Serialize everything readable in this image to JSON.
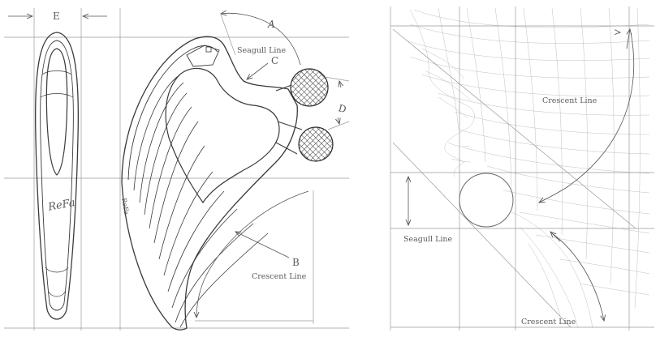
{
  "left_diagram": {
    "dimension_labels": {
      "e": "E",
      "a": "A",
      "b": "B",
      "c": "C",
      "d": "D"
    },
    "callouts": {
      "seagull_line": "Seagull Line",
      "crescent_line": "Crescent Line"
    },
    "logo_text": "ReFa"
  },
  "right_diagram": {
    "labels": {
      "crescent_line_upper": "Crescent Line",
      "seagull_line": "Seagull Line",
      "crescent_line_lower": "Crescent Line"
    }
  },
  "colors": {
    "ink": "#3a3a3a",
    "guide": "#9a9a9a",
    "mesh": "#b9b9b9",
    "background": "#ffffff"
  }
}
